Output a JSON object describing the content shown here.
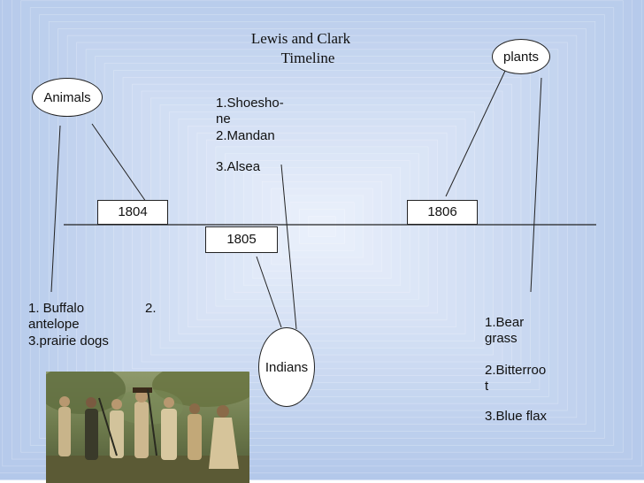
{
  "title_line1": "Lewis and Clark",
  "title_line2": "Timeline",
  "ovals": {
    "animals": "Animals",
    "plants": "plants",
    "indians": "Indians"
  },
  "years": {
    "y1804": "1804",
    "y1805": "1805",
    "y1806": "1806"
  },
  "indians_list": {
    "item1": "1.Shoesho-\nne\n2.Mandan",
    "item2": "3.Alsea"
  },
  "animals_list": {
    "item1": "1. Buffalo\nantelope\n3.prairie dogs",
    "item2": "2."
  },
  "plants_list": {
    "item1": "1.Bear\ngrass",
    "item2": "2.Bitterroo\nt",
    "item3": "3.Blue flax"
  },
  "colors": {
    "outer": "#b3c8ea",
    "inner": "#eaf0fb",
    "stroke": "#222222"
  }
}
